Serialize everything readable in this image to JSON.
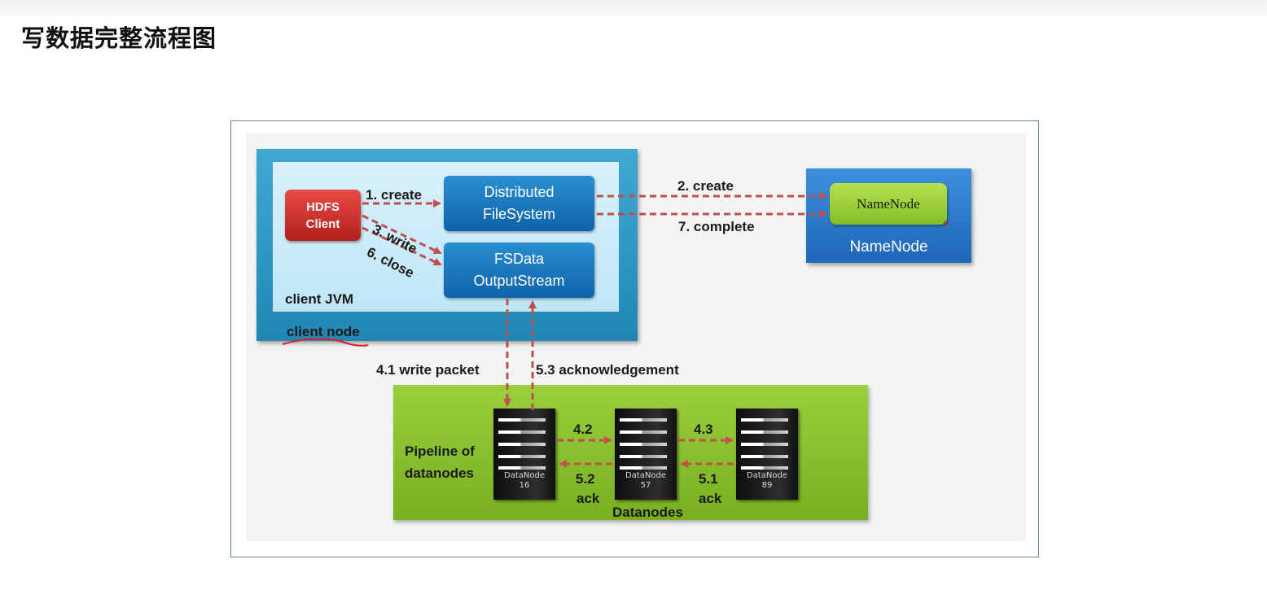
{
  "page_title": "写数据完整流程图",
  "diagram": {
    "client_node_label": "client node",
    "client_jvm_label": "client JVM",
    "hdfs_client": {
      "line1": "HDFS",
      "line2": "Client"
    },
    "distributed_fs": {
      "line1": "Distributed",
      "line2": "FileSystem"
    },
    "fsdata_stream": {
      "line1": "FSData",
      "line2": "OutputStream"
    },
    "namenode_inner_label": "NameNode",
    "namenode_caption": "NameNode",
    "steps": {
      "create1": "1. create",
      "create2": "2. create",
      "write3": "3. write",
      "write_packet": "4.1 write packet",
      "step42": "4.2",
      "step43": "4.3",
      "step51": "5.1",
      "step52": "5.2",
      "ack1": "ack",
      "ack2": "ack",
      "ack_53": "5.3 acknowledgement",
      "close6": "6. close",
      "complete7": "7. complete"
    },
    "pipeline_label": {
      "line1": "Pipeline of",
      "line2": "datanodes"
    },
    "datanodes_label": "Datanodes",
    "servers": [
      {
        "name": "DataNode",
        "id": "16"
      },
      {
        "name": "DataNode",
        "id": "57"
      },
      {
        "name": "DataNode",
        "id": "89"
      }
    ],
    "colors": {
      "arrow": "#c0504d",
      "client_node": "#2a94c0",
      "client_jvm": "#cdeaf7",
      "hdfs_client": "#c9302c",
      "blue_box": "#1570b8",
      "namenode_outer": "#2c77c9",
      "namenode_inner": "#9dd03a",
      "datanodes_panel": "#8cc230",
      "annotation": "#e02020"
    }
  }
}
